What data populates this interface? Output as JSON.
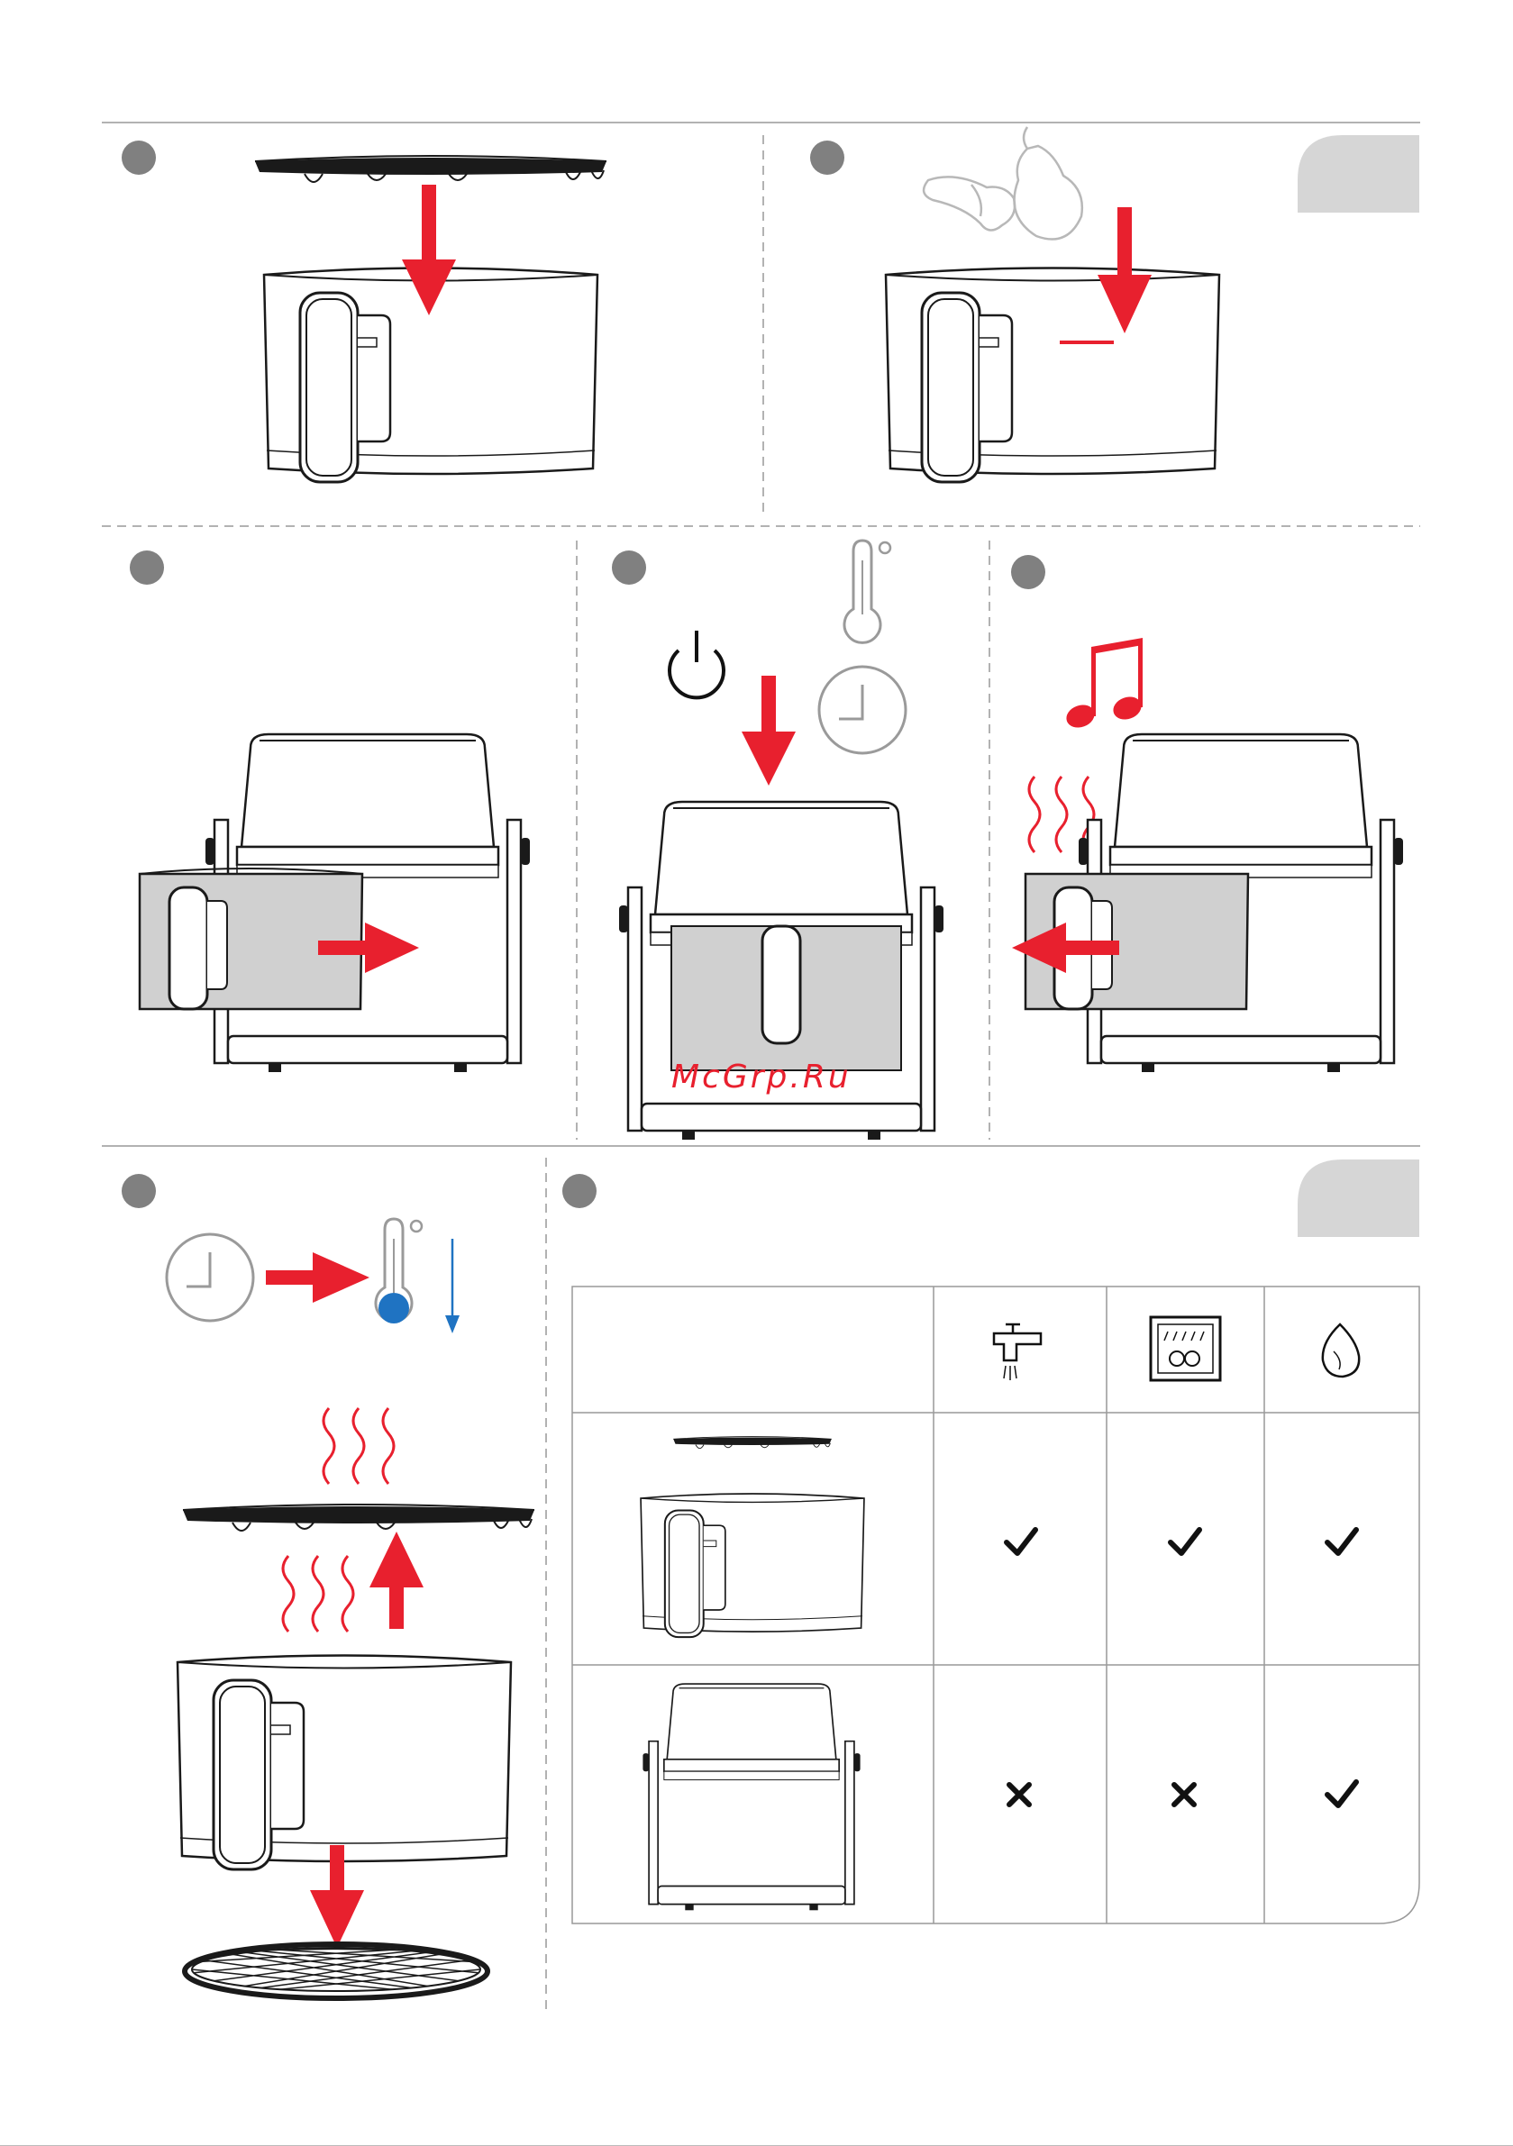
{
  "watermark": {
    "text": "McGrp.Ru"
  },
  "footer": {
    "text": ""
  },
  "colors": {
    "arrow": "#e8202e",
    "cool_blue": "#1f73c2",
    "tab_gray": "#d6d6d6",
    "basket_gray": "#d0d0d0",
    "grid_gray": "#9a9a9a"
  },
  "steps": [
    {
      "icons": []
    },
    {
      "icons": [
        "food-icon"
      ]
    },
    {
      "icons": []
    },
    {
      "icons": [
        "power-icon",
        "thermometer-icon",
        "clock-icon"
      ]
    },
    {
      "icons": [
        "music-note-icon",
        "heat-waves-icon"
      ]
    },
    {
      "icons": [
        "clock-icon",
        "thermometer-cool-icon",
        "down-arrow-icon"
      ]
    },
    {
      "icons": []
    }
  ],
  "cleaning_table": {
    "columns": [
      "tap-water-icon",
      "dishwasher-icon",
      "sponge-icon"
    ],
    "rows": [
      {
        "item": "basket-and-grill-plate",
        "tap": "check",
        "dishwasher": "check",
        "sponge": "check"
      },
      {
        "item": "main-unit",
        "tap": "cross",
        "dishwasher": "cross",
        "sponge": "check"
      }
    ]
  }
}
